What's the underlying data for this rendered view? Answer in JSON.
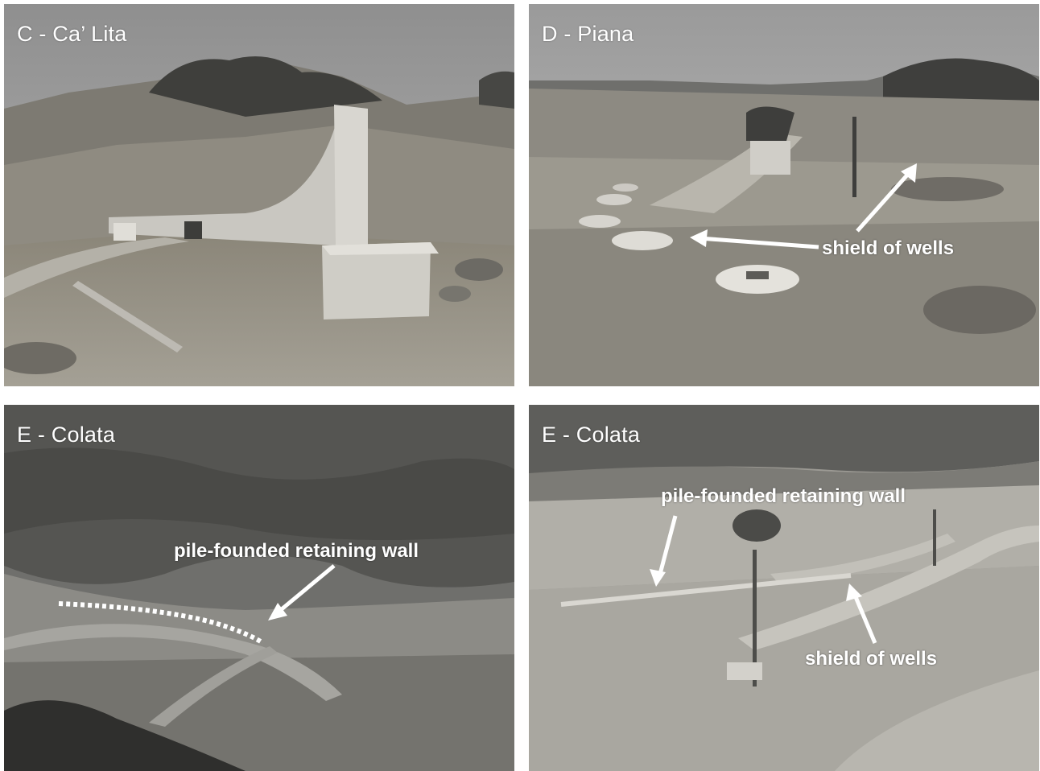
{
  "panels": {
    "tl": {
      "title": "C - Ca’ Lita"
    },
    "tr": {
      "title": "D - Piana",
      "annotations": {
        "shield": "shield of wells"
      }
    },
    "bl": {
      "title": "E - Colata",
      "annotations": {
        "wall": "pile-founded retaining wall"
      }
    },
    "br": {
      "title": "E - Colata",
      "annotations": {
        "wall": "pile-founded retaining wall",
        "shield": "shield of wells"
      }
    }
  },
  "colors": {
    "annotation": "#ffffff",
    "background": "#ffffff"
  }
}
